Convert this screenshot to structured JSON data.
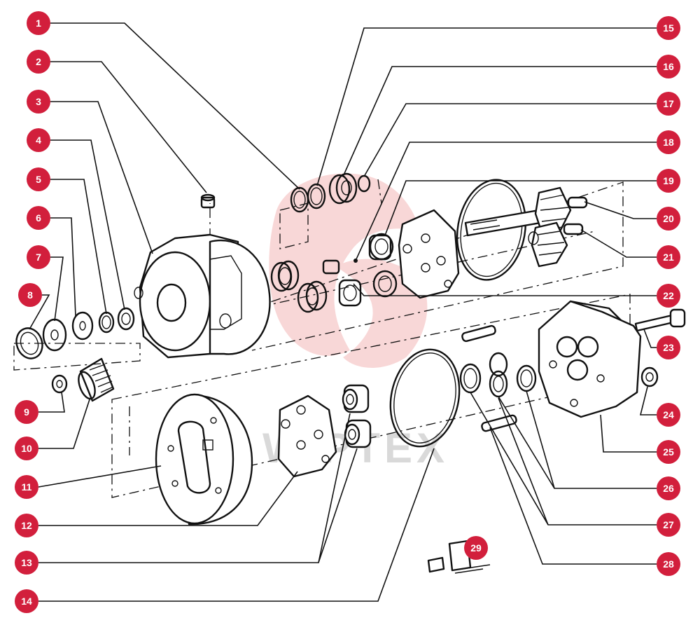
{
  "watermark": {
    "text": "WIPTEX",
    "color": "#f4b7b7"
  },
  "badge_color": "#d21f3c",
  "callouts": [
    "1",
    "2",
    "3",
    "4",
    "5",
    "6",
    "7",
    "8",
    "9",
    "10",
    "11",
    "12",
    "13",
    "14",
    "15",
    "16",
    "17",
    "18",
    "19",
    "20",
    "21",
    "22",
    "23",
    "24",
    "25",
    "26",
    "27",
    "28",
    "29"
  ]
}
